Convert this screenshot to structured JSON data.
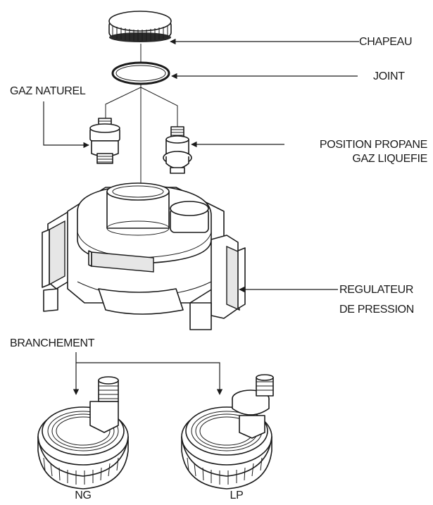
{
  "labels": {
    "chapeau": "CHAPEAU",
    "joint": "JOINT",
    "gaz_naturel": "GAZ NATUREL",
    "position_propane_1": "POSITION PROPANE",
    "position_propane_2": "GAZ LIQUEFIE",
    "regulateur_1": "REGULATEUR",
    "regulateur_2": "DE PRESSION",
    "branchement": "BRANCHEMENT",
    "ng": "NG",
    "lp": "LP"
  },
  "colors": {
    "line": "#1a1a1a",
    "part_fill": "#ffffff",
    "shade": "#e6e6e6"
  }
}
